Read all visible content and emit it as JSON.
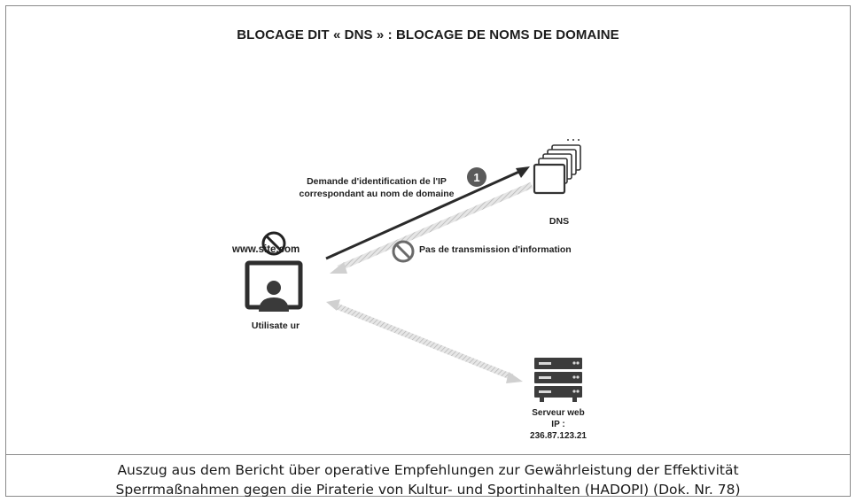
{
  "diagram": {
    "title": "BLOCAGE DIT « DNS » : BLOCAGE DE NOMS DE DOMAINE",
    "request_label_line1": "Demande d'identification de l'IP",
    "request_label_line2": "correspondant au nom de domaine",
    "step_number": "1",
    "no_transmission_label": "Pas de transmission d'information",
    "dns_label": "DNS",
    "url_label": "www.site.com",
    "user_label": "Utilisate ur",
    "server_label_line1": "Serveur web",
    "server_label_line2": "IP :",
    "server_label_line3": "236.87.123.21",
    "colors": {
      "request_arrow": "#2a2a2a",
      "faded_arrow": "#c9c9c9",
      "badge": "#5a5a5a",
      "forbidden": "#555555",
      "icon": "#3a3a3a"
    }
  },
  "caption": {
    "line1": "Auszug aus dem Bericht über operative Empfehlungen zur Gewährleistung der Effektivität",
    "line2": "Sperrmaßnahmen gegen die Piraterie von Kultur- und Sportinhalten (HADOPI) (Dok. Nr. 78)"
  }
}
